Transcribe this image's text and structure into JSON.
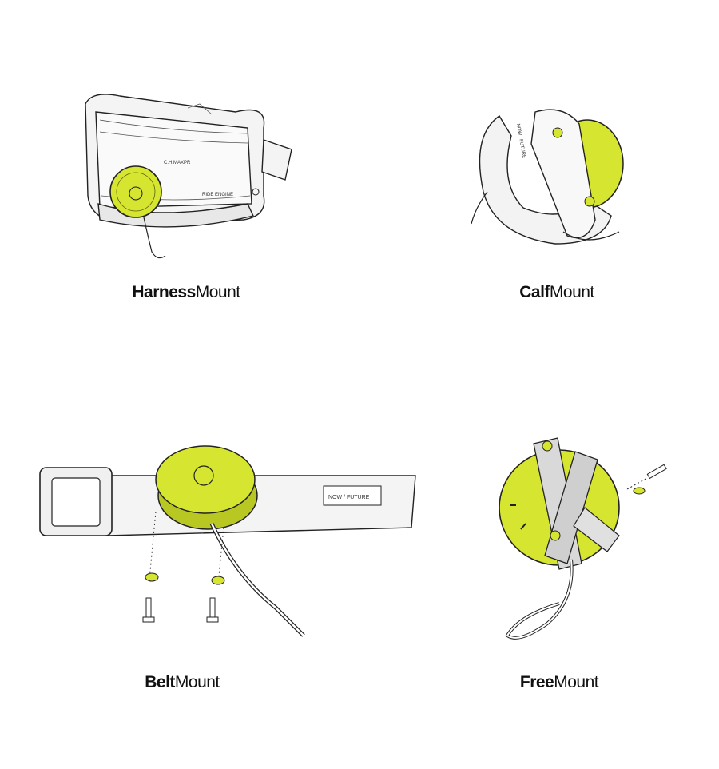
{
  "mounts": [
    {
      "bold": "Harness",
      "regular": "Mount",
      "texts": [
        "C.H.MAXPR",
        "RIDE ENGINE"
      ]
    },
    {
      "bold": "Calf",
      "regular": "Mount",
      "texts": [
        "NOW / FUTURE"
      ]
    },
    {
      "bold": "Belt",
      "regular": "Mount",
      "texts": [
        "NOW / FUTURE"
      ]
    },
    {
      "bold": "Free",
      "regular": "Mount",
      "texts": []
    }
  ],
  "colors": {
    "accent": "#d6e52f",
    "ink": "#222222",
    "paper": "#f3f3f3"
  }
}
